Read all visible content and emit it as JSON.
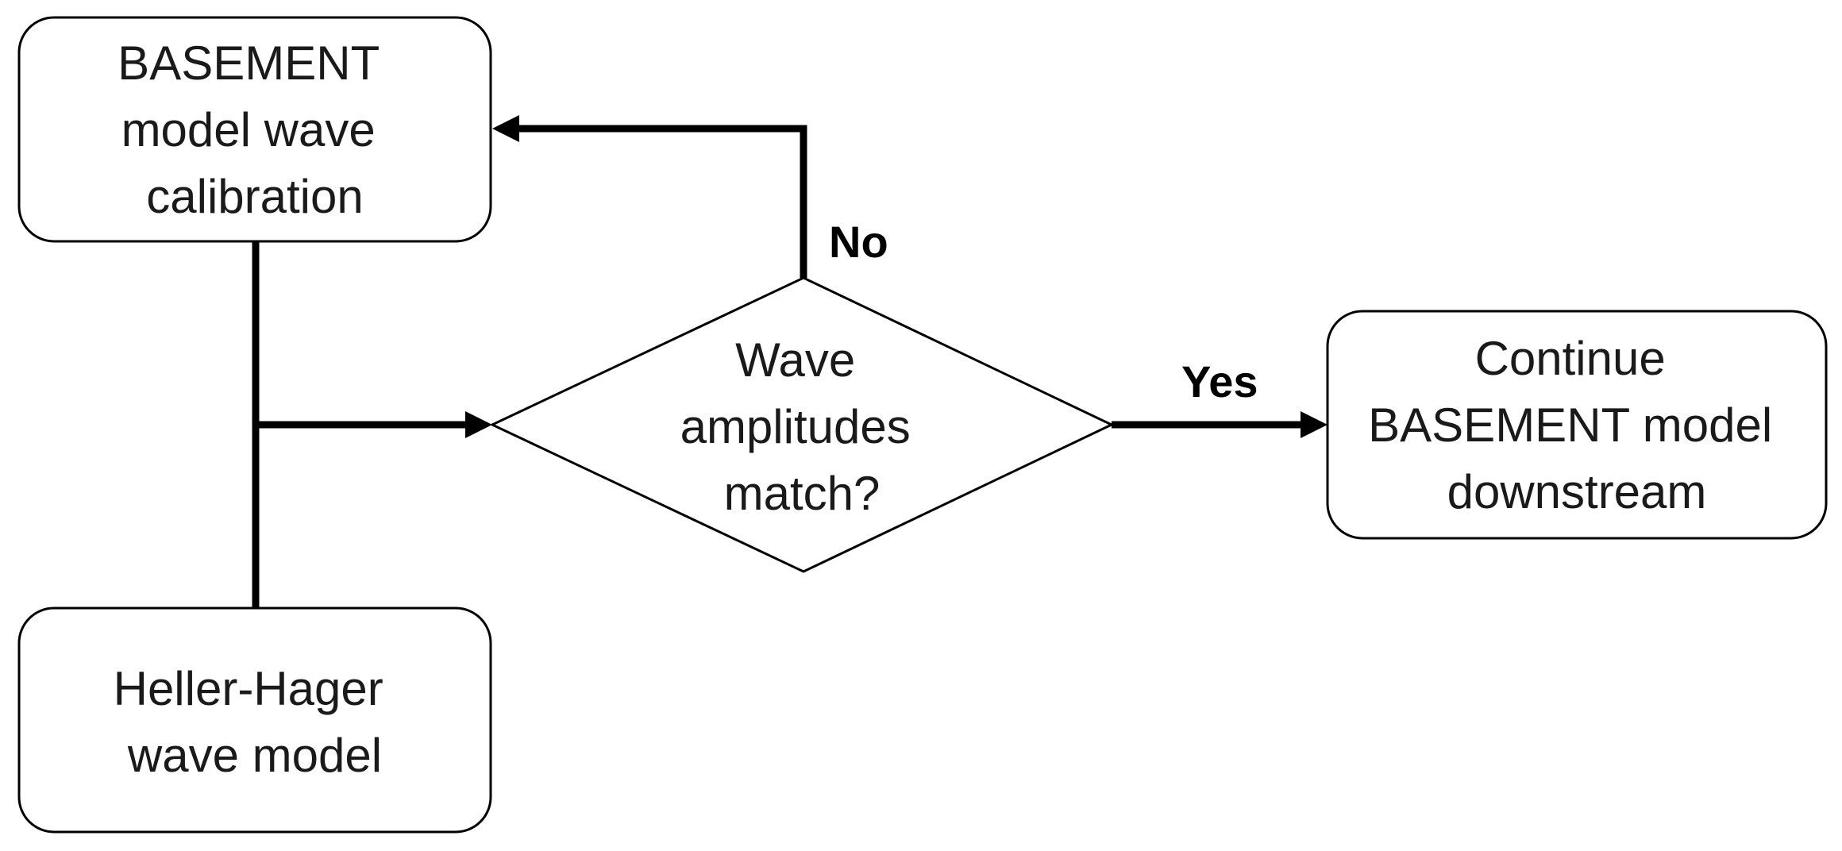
{
  "nodes": {
    "calibration": {
      "lines": [
        "BASEMENT",
        "model wave",
        "calibration"
      ]
    },
    "heller_hager": {
      "lines": [
        "Heller-Hager",
        "wave model"
      ]
    },
    "decision": {
      "lines": [
        "Wave",
        "amplitudes",
        "match?"
      ]
    },
    "continue": {
      "lines": [
        "Continue",
        "BASEMENT model",
        "downstream"
      ]
    }
  },
  "edges": {
    "no_label": "No",
    "yes_label": "Yes"
  },
  "colors": {
    "stroke": "#000000",
    "text": "#1a1a1a",
    "background": "#ffffff"
  }
}
